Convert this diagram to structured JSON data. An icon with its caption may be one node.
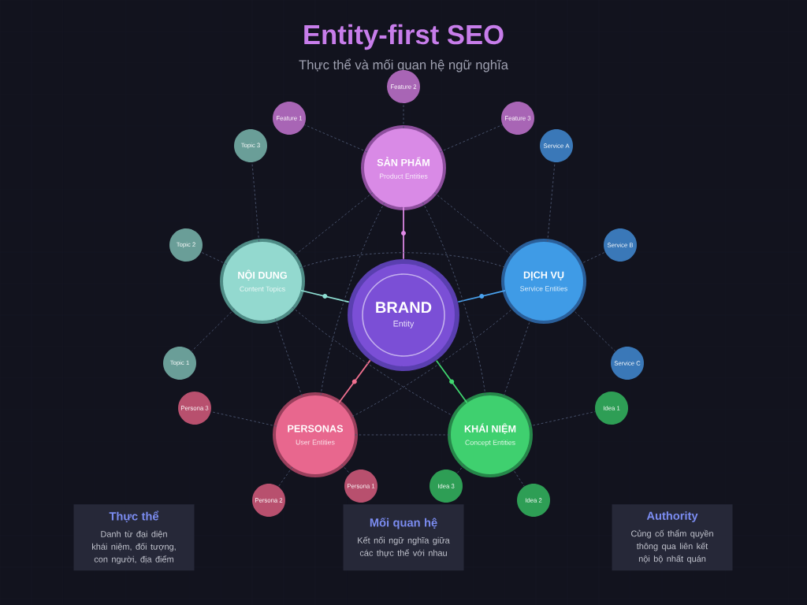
{
  "diagram": {
    "title": "Entity-first SEO",
    "labels": [
      "Thực thể và mối quan hệ ngữ nghĩa"
    ],
    "nodes": [
      {
        "text": [
          "BRAND",
          "Entity"
        ]
      },
      {
        "text": [
          "SẢN PHẨM",
          "Product Entities"
        ]
      },
      {
        "text": [
          "NỘI DUNG",
          "Content Topics"
        ]
      },
      {
        "text": [
          "DỊCH VỤ",
          "Service Entities"
        ]
      },
      {
        "text": [
          "PERSONAS",
          "User Entities"
        ]
      },
      {
        "text": [
          "KHÁI NIỆM",
          "Concept Entities"
        ]
      },
      {
        "text": [
          "Feature 1"
        ]
      },
      {
        "text": [
          "Feature 2"
        ]
      },
      {
        "text": [
          "Feature 3"
        ]
      },
      {
        "text": [
          "Topic 3"
        ]
      },
      {
        "text": [
          "Topic 2"
        ]
      },
      {
        "text": [
          "Topic 1"
        ]
      },
      {
        "text": [
          "Service A"
        ]
      },
      {
        "text": [
          "Service B"
        ]
      },
      {
        "text": [
          "Service C"
        ]
      },
      {
        "text": [
          "Persona 3"
        ]
      },
      {
        "text": [
          "Persona 2"
        ]
      },
      {
        "text": [
          "Persona 1"
        ]
      },
      {
        "text": [
          "Idea 1"
        ]
      },
      {
        "text": [
          "Idea 2"
        ]
      },
      {
        "text": [
          "Idea 3"
        ]
      },
      {
        "text": [
          "Thực thể",
          "Danh từ đại diện khái niệm, đối tượng, con người, địa điểm"
        ]
      },
      {
        "text": [
          "Mối quan hệ",
          "Kết nối ngữ nghĩa giữa các thực thể với nhau"
        ]
      },
      {
        "text": [
          "Authority",
          "Củng cố thẩm quyền thông qua liên kết nội bộ nhất quán"
        ]
      }
    ],
    "edges": [
      {
        "from": 0,
        "to": 1,
        "arrow": "none",
        "color": "#e08ae8"
      },
      {
        "from": 0,
        "to": 2,
        "arrow": "none",
        "color": "#8fe0d4"
      },
      {
        "from": 0,
        "to": 3,
        "arrow": "none",
        "color": "#4aa3f0"
      },
      {
        "from": 0,
        "to": 4,
        "arrow": "none",
        "color": "#f0708f"
      },
      {
        "from": 0,
        "to": 5,
        "arrow": "none",
        "color": "#40d870"
      },
      {
        "from": 1,
        "to": 6,
        "arrow": "none",
        "style": "dashed"
      },
      {
        "from": 1,
        "to": 7,
        "arrow": "none",
        "style": "dashed"
      },
      {
        "from": 1,
        "to": 8,
        "arrow": "none",
        "style": "dashed"
      },
      {
        "from": 2,
        "to": 9,
        "arrow": "none",
        "style": "dashed"
      },
      {
        "from": 2,
        "to": 10,
        "arrow": "none",
        "style": "dashed"
      },
      {
        "from": 2,
        "to": 11,
        "arrow": "none",
        "style": "dashed"
      },
      {
        "from": 3,
        "to": 12,
        "arrow": "none",
        "style": "dashed"
      },
      {
        "from": 3,
        "to": 13,
        "arrow": "none",
        "style": "dashed"
      },
      {
        "from": 3,
        "to": 14,
        "arrow": "none",
        "style": "dashed"
      },
      {
        "from": 4,
        "to": 15,
        "arrow": "none",
        "style": "dashed"
      },
      {
        "from": 4,
        "to": 16,
        "arrow": "none",
        "style": "dashed"
      },
      {
        "from": 4,
        "to": 17,
        "arrow": "none",
        "style": "dashed"
      },
      {
        "from": 5,
        "to": 18,
        "arrow": "none",
        "style": "dashed"
      },
      {
        "from": 5,
        "to": 19,
        "arrow": "none",
        "style": "dashed"
      },
      {
        "from": 5,
        "to": 20,
        "arrow": "none",
        "style": "dashed"
      },
      {
        "from": 1,
        "to": 2,
        "arrow": "none",
        "style": "dashed"
      },
      {
        "from": 1,
        "to": 3,
        "arrow": "none",
        "style": "dashed"
      },
      {
        "from": 1,
        "to": 4,
        "arrow": "none",
        "style": "dashed"
      },
      {
        "from": 1,
        "to": 5,
        "arrow": "none",
        "style": "dashed"
      },
      {
        "from": 2,
        "to": 3,
        "arrow": "none",
        "style": "dashed"
      },
      {
        "from": 2,
        "to": 4,
        "arrow": "none",
        "style": "dashed"
      },
      {
        "from": 2,
        "to": 5,
        "arrow": "none",
        "style": "dashed"
      },
      {
        "from": 3,
        "to": 4,
        "arrow": "none",
        "style": "dashed"
      },
      {
        "from": 3,
        "to": 5,
        "arrow": "none",
        "style": "dashed"
      },
      {
        "from": 4,
        "to": 5,
        "arrow": "none",
        "style": "dashed"
      }
    ]
  }
}
